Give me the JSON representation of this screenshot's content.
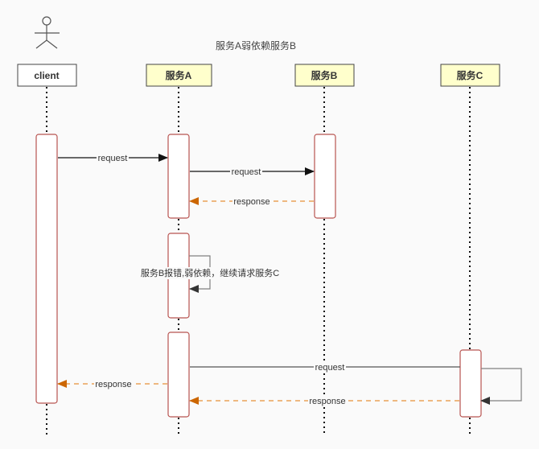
{
  "title": "服务A弱依赖服务B",
  "colors": {
    "background": "#fafafa",
    "participant_fill_client": "#ffffff",
    "participant_fill_service": "#ffffcc",
    "activation_border": "#b85450",
    "request_line": "#333333",
    "response_line": "#d79b00",
    "self_loop": "#808080"
  },
  "actor": {
    "icon": "stick-figure-icon"
  },
  "participants": [
    {
      "id": "client",
      "label": "client",
      "style": "client"
    },
    {
      "id": "serviceA",
      "label": "服务A",
      "style": "service"
    },
    {
      "id": "serviceB",
      "label": "服务B",
      "style": "service"
    },
    {
      "id": "serviceC",
      "label": "服务C",
      "style": "service"
    }
  ],
  "messages": [
    {
      "from": "client",
      "to": "serviceA",
      "label": "request",
      "type": "request"
    },
    {
      "from": "serviceA",
      "to": "serviceB",
      "label": "request",
      "type": "request"
    },
    {
      "from": "serviceB",
      "to": "serviceA",
      "label": "response",
      "type": "response"
    },
    {
      "from": "serviceA",
      "to": "serviceA",
      "label": "服务B报错,弱依赖，继续请求服务C",
      "type": "self"
    },
    {
      "from": "serviceA",
      "to": "serviceC",
      "label": "request",
      "type": "request"
    },
    {
      "from": "serviceA",
      "to": "client",
      "label": "response",
      "type": "response"
    },
    {
      "from": "serviceC",
      "to": "serviceA",
      "label": "response",
      "type": "response"
    }
  ]
}
